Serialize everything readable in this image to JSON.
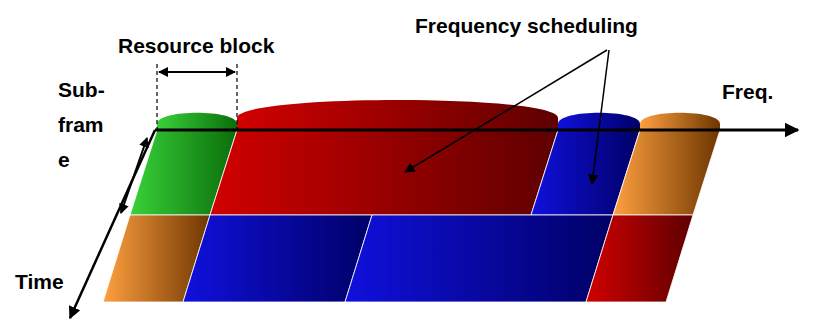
{
  "diagram": {
    "labels": [
      "Resource block",
      "Frequency scheduling",
      "Sub- fram e",
      "Freq.",
      "Time"
    ]
  }
}
